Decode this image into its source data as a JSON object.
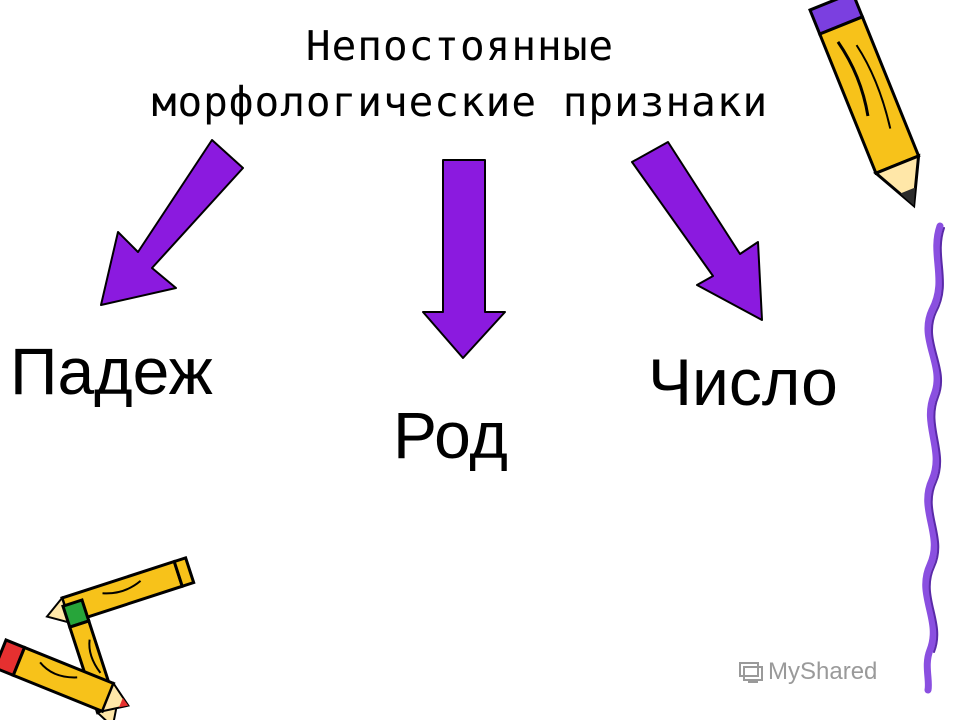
{
  "title": {
    "line1": "Непостоянные",
    "line2": "морфологические признаки"
  },
  "categories": {
    "case": "Падеж",
    "gender": "Род",
    "number": "Число"
  },
  "watermark": "MyShared",
  "colors": {
    "arrow_fill": "#8b1adf",
    "arrow_stroke": "#000000",
    "border_vine": "#8a4fe0",
    "pencil_body": "#f7c21a",
    "pencil_tip": "#2b2b2b"
  },
  "icons": [
    "pencil-icon",
    "crossed-pencils-icon",
    "wavy-border-decoration",
    "myshared-logo-icon"
  ]
}
